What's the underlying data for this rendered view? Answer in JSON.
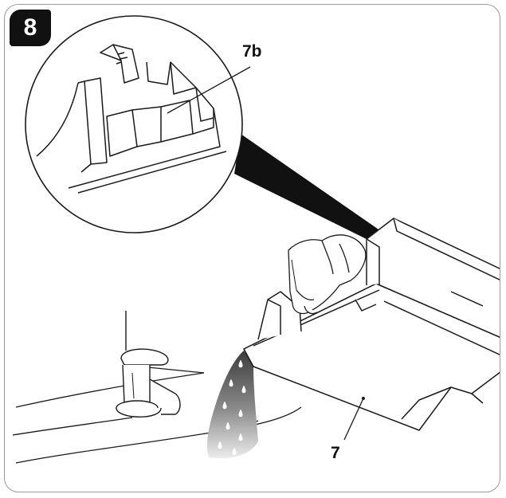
{
  "figure": {
    "step_number": "8",
    "callouts": {
      "detail_label": "7b",
      "part_label": "7"
    },
    "colors": {
      "line": "#1a1a1a",
      "badge": "#111111",
      "water_light": "#e6e6e6",
      "water_dark": "#555555"
    }
  }
}
